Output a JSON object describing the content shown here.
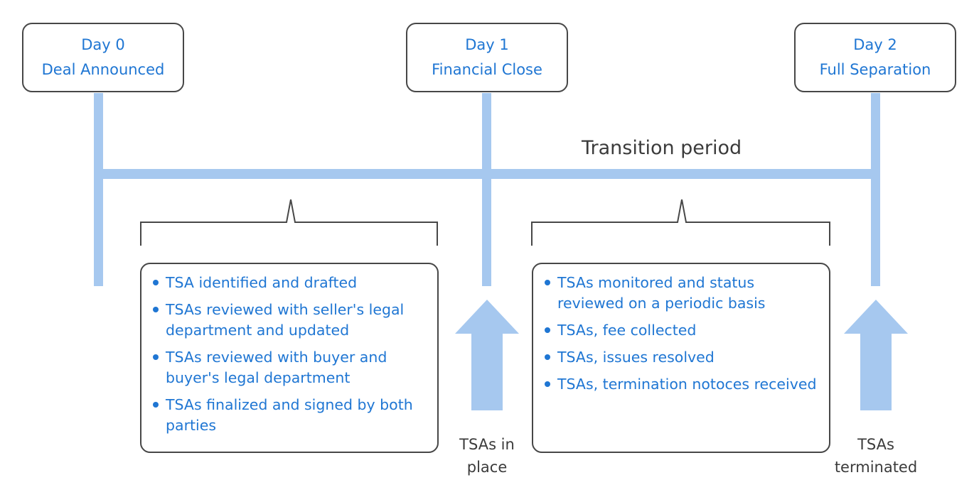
{
  "milestones": [
    {
      "day": "Day 0",
      "name": "Deal Announced"
    },
    {
      "day": "Day 1",
      "name": "Financial Close"
    },
    {
      "day": "Day 2",
      "name": "Full Separation"
    }
  ],
  "period_label": "Transition period",
  "phases": [
    {
      "items": [
        "TSA identified  and drafted",
        "TSAs reviewed with seller's legal department and updated",
        "TSAs reviewed with buyer and buyer's legal department",
        "TSAs finalized and signed by both parties"
      ]
    },
    {
      "items": [
        "TSAs monitored and status reviewed on a periodic basis",
        "TSAs, fee collected",
        "TSAs, issues resolved",
        "TSAs, termination notoces received"
      ]
    }
  ],
  "events": [
    {
      "line1": "TSAs in",
      "line2": "place"
    },
    {
      "line1": "TSAs",
      "line2": "terminated"
    }
  ],
  "colors": {
    "accent": "#1f76d3",
    "connector": "#a6c8ef",
    "border": "#474747",
    "text": "#3b3b3b"
  }
}
